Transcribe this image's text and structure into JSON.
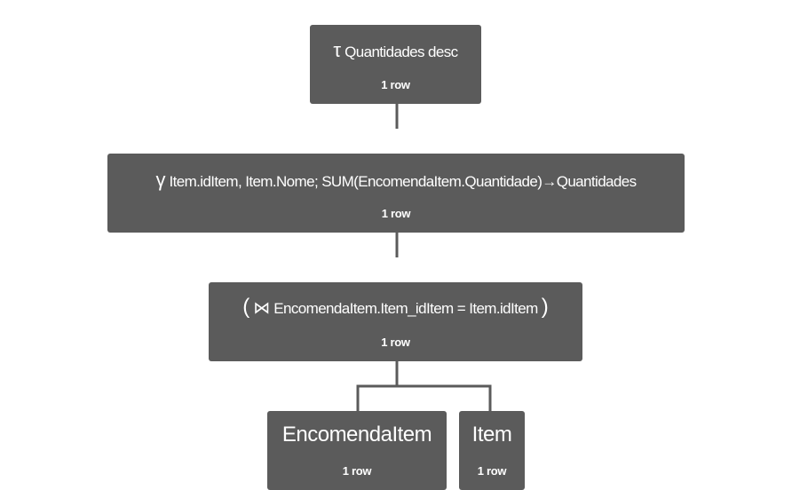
{
  "tree": {
    "sort": {
      "operator": "τ",
      "expression": "Quantidades desc",
      "rows": "1 row"
    },
    "group": {
      "operator": "γ",
      "expression": "Item.idItem, Item.Nome; SUM(EncomendaItem.Quantidade)→Quantidades",
      "rows": "1 row"
    },
    "join": {
      "open_paren": "(",
      "operator": "⋈",
      "expression": "EncomendaItem.Item_idItem = Item.idItem",
      "close_paren": ")",
      "rows": "1 row"
    },
    "left_relation": {
      "name": "EncomendaItem",
      "rows": "1 row"
    },
    "right_relation": {
      "name": "Item",
      "rows": "1 row"
    }
  },
  "colors": {
    "node_fill": "#5b5b5b",
    "node_text": "#ffffff",
    "edge": "#5b5b5b",
    "background": "#ffffff"
  }
}
